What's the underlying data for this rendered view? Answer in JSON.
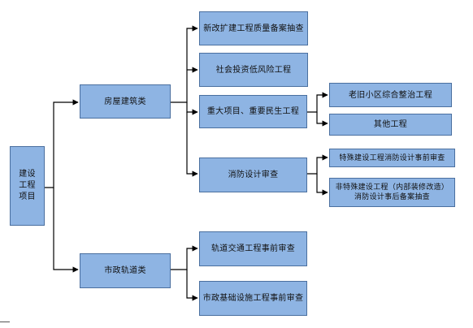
{
  "diagram": {
    "root": "建设工程项目",
    "building": {
      "label": "房屋建筑类",
      "item1": "新改扩建工程质量备案抽查",
      "item2": "社会投资低风险工程",
      "item3": "重大项目、重要民生工程",
      "item3_children": [
        "老旧小区综合整治工程",
        "其他工程"
      ],
      "item4": "消防设计审查",
      "item4_children": [
        "特殊建设工程消防设计事前审查",
        "非特殊建设工程（内部装修改造）消防设计事后备案抽查"
      ]
    },
    "municipal": {
      "label": "市政轨道类",
      "item1": "轨道交通工程事前审查",
      "item2": "市政基础设施工程事前审查"
    }
  }
}
